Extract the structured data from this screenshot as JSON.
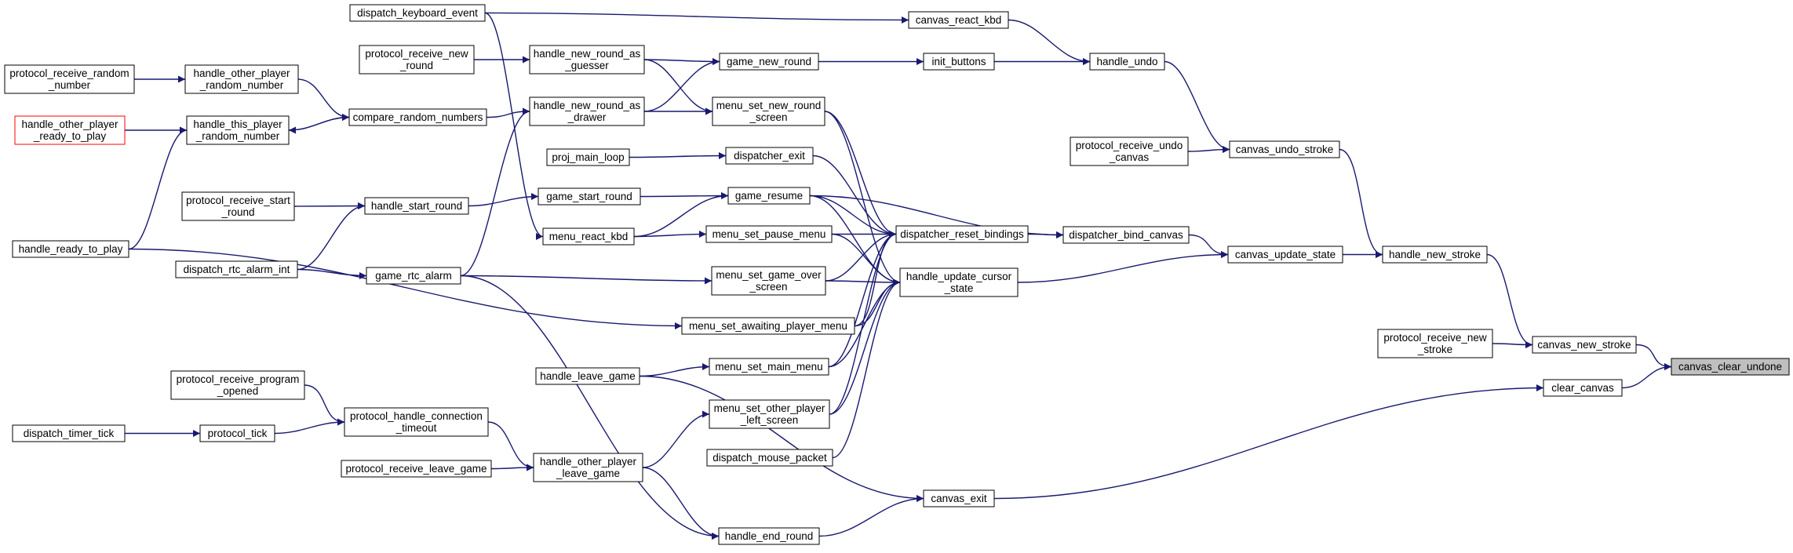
{
  "diagram": {
    "type": "call-graph",
    "colors": {
      "edge": "#191970",
      "node_border": "#000000",
      "highlight_border": "#ff0000",
      "root_fill": "#bfbfbf"
    },
    "nodes": [
      {
        "id": "dispatch_keyboard_event",
        "lines": [
          "dispatch_keyboard_event"
        ]
      },
      {
        "id": "canvas_react_kbd",
        "lines": [
          "canvas_react_kbd"
        ]
      },
      {
        "id": "protocol_receive_new_round",
        "lines": [
          "protocol_receive_new",
          "_round"
        ]
      },
      {
        "id": "handle_new_round_as_guesser",
        "lines": [
          "handle_new_round_as",
          "_guesser"
        ]
      },
      {
        "id": "game_new_round",
        "lines": [
          "game_new_round"
        ]
      },
      {
        "id": "init_buttons",
        "lines": [
          "init_buttons"
        ]
      },
      {
        "id": "handle_undo",
        "lines": [
          "handle_undo"
        ]
      },
      {
        "id": "protocol_receive_random_number",
        "lines": [
          "protocol_receive_random",
          "_number"
        ]
      },
      {
        "id": "handle_other_player_random_number",
        "lines": [
          "handle_other_player",
          "_random_number"
        ]
      },
      {
        "id": "compare_random_numbers",
        "lines": [
          "compare_random_numbers"
        ]
      },
      {
        "id": "handle_new_round_as_drawer",
        "lines": [
          "handle_new_round_as",
          "_drawer"
        ]
      },
      {
        "id": "menu_set_new_round_screen",
        "lines": [
          "menu_set_new_round",
          "_screen"
        ]
      },
      {
        "id": "handle_other_player_ready_to_play",
        "lines": [
          "handle_other_player",
          "_ready_to_play"
        ],
        "highlight": true
      },
      {
        "id": "handle_this_player_random_number",
        "lines": [
          "handle_this_player",
          "_random_number"
        ]
      },
      {
        "id": "proj_main_loop",
        "lines": [
          "proj_main_loop"
        ]
      },
      {
        "id": "dispatcher_exit",
        "lines": [
          "dispatcher_exit"
        ]
      },
      {
        "id": "protocol_receive_undo_canvas",
        "lines": [
          "protocol_receive_undo",
          "_canvas"
        ]
      },
      {
        "id": "canvas_undo_stroke",
        "lines": [
          "canvas_undo_stroke"
        ]
      },
      {
        "id": "protocol_receive_start_round",
        "lines": [
          "protocol_receive_start",
          "_round"
        ]
      },
      {
        "id": "handle_start_round",
        "lines": [
          "handle_start_round"
        ]
      },
      {
        "id": "game_start_round",
        "lines": [
          "game_start_round"
        ]
      },
      {
        "id": "game_resume",
        "lines": [
          "game_resume"
        ]
      },
      {
        "id": "handle_ready_to_play",
        "lines": [
          "handle_ready_to_play"
        ]
      },
      {
        "id": "menu_react_kbd",
        "lines": [
          "menu_react_kbd"
        ]
      },
      {
        "id": "menu_set_pause_menu",
        "lines": [
          "menu_set_pause_menu"
        ]
      },
      {
        "id": "dispatcher_reset_bindings",
        "lines": [
          "dispatcher_reset_bindings"
        ]
      },
      {
        "id": "dispatcher_bind_canvas",
        "lines": [
          "dispatcher_bind_canvas"
        ]
      },
      {
        "id": "canvas_update_state",
        "lines": [
          "canvas_update_state"
        ]
      },
      {
        "id": "handle_new_stroke",
        "lines": [
          "handle_new_stroke"
        ]
      },
      {
        "id": "dispatch_rtc_alarm_int",
        "lines": [
          "dispatch_rtc_alarm_int"
        ]
      },
      {
        "id": "game_rtc_alarm",
        "lines": [
          "game_rtc_alarm"
        ]
      },
      {
        "id": "menu_set_game_over_screen",
        "lines": [
          "menu_set_game_over",
          "_screen"
        ]
      },
      {
        "id": "handle_update_cursor_state",
        "lines": [
          "handle_update_cursor",
          "_state"
        ]
      },
      {
        "id": "menu_set_awaiting_player_menu",
        "lines": [
          "menu_set_awaiting_player_menu"
        ]
      },
      {
        "id": "protocol_receive_new_stroke",
        "lines": [
          "protocol_receive_new",
          "_stroke"
        ]
      },
      {
        "id": "canvas_new_stroke",
        "lines": [
          "canvas_new_stroke"
        ]
      },
      {
        "id": "canvas_clear_undone",
        "lines": [
          "canvas_clear_undone"
        ],
        "root": true
      },
      {
        "id": "handle_leave_game",
        "lines": [
          "handle_leave_game"
        ]
      },
      {
        "id": "menu_set_main_menu",
        "lines": [
          "menu_set_main_menu"
        ]
      },
      {
        "id": "clear_canvas",
        "lines": [
          "clear_canvas"
        ]
      },
      {
        "id": "protocol_receive_program_opened",
        "lines": [
          "protocol_receive_program",
          "_opened"
        ]
      },
      {
        "id": "protocol_handle_connection_timeout",
        "lines": [
          "protocol_handle_connection",
          "_timeout"
        ]
      },
      {
        "id": "menu_set_other_player_left_screen",
        "lines": [
          "menu_set_other_player",
          "_left_screen"
        ]
      },
      {
        "id": "dispatch_timer_tick",
        "lines": [
          "dispatch_timer_tick"
        ]
      },
      {
        "id": "protocol_tick",
        "lines": [
          "protocol_tick"
        ]
      },
      {
        "id": "dispatch_mouse_packet",
        "lines": [
          "dispatch_mouse_packet"
        ]
      },
      {
        "id": "protocol_receive_leave_game",
        "lines": [
          "protocol_receive_leave_game"
        ]
      },
      {
        "id": "handle_other_player_leave_game",
        "lines": [
          "handle_other_player",
          "_leave_game"
        ]
      },
      {
        "id": "canvas_exit",
        "lines": [
          "canvas_exit"
        ]
      },
      {
        "id": "handle_end_round",
        "lines": [
          "handle_end_round"
        ]
      }
    ],
    "edges": [
      [
        "dispatch_keyboard_event",
        "canvas_react_kbd"
      ],
      [
        "dispatch_keyboard_event",
        "menu_react_kbd"
      ],
      [
        "canvas_react_kbd",
        "handle_undo"
      ],
      [
        "protocol_receive_new_round",
        "handle_new_round_as_guesser"
      ],
      [
        "handle_new_round_as_guesser",
        "game_new_round"
      ],
      [
        "handle_new_round_as_guesser",
        "menu_set_new_round_screen"
      ],
      [
        "handle_new_round_as_drawer",
        "game_new_round"
      ],
      [
        "handle_new_round_as_drawer",
        "menu_set_new_round_screen"
      ],
      [
        "game_new_round",
        "init_buttons"
      ],
      [
        "init_buttons",
        "handle_undo"
      ],
      [
        "handle_undo",
        "canvas_undo_stroke"
      ],
      [
        "protocol_receive_random_number",
        "handle_other_player_random_number"
      ],
      [
        "handle_other_player_random_number",
        "compare_random_numbers"
      ],
      [
        "handle_this_player_random_number",
        "compare_random_numbers"
      ],
      [
        "compare_random_numbers",
        "handle_this_player_random_number"
      ],
      [
        "compare_random_numbers",
        "handle_new_round_as_drawer"
      ],
      [
        "handle_other_player_ready_to_play",
        "handle_this_player_random_number"
      ],
      [
        "handle_ready_to_play",
        "handle_this_player_random_number"
      ],
      [
        "handle_ready_to_play",
        "menu_set_awaiting_player_menu"
      ],
      [
        "game_rtc_alarm",
        "handle_new_round_as_drawer"
      ],
      [
        "game_rtc_alarm",
        "menu_set_game_over_screen"
      ],
      [
        "game_rtc_alarm",
        "handle_end_round"
      ],
      [
        "proj_main_loop",
        "dispatcher_exit"
      ],
      [
        "dispatcher_exit",
        "dispatcher_reset_bindings"
      ],
      [
        "protocol_receive_undo_canvas",
        "canvas_undo_stroke"
      ],
      [
        "canvas_undo_stroke",
        "handle_new_stroke"
      ],
      [
        "protocol_receive_start_round",
        "handle_start_round"
      ],
      [
        "handle_start_round",
        "game_start_round"
      ],
      [
        "dispatch_rtc_alarm_int",
        "handle_start_round"
      ],
      [
        "dispatch_rtc_alarm_int",
        "game_rtc_alarm"
      ],
      [
        "game_start_round",
        "game_resume"
      ],
      [
        "menu_react_kbd",
        "game_resume"
      ],
      [
        "menu_react_kbd",
        "menu_set_pause_menu"
      ],
      [
        "game_resume",
        "dispatcher_bind_canvas"
      ],
      [
        "game_resume",
        "dispatcher_reset_bindings"
      ],
      [
        "game_resume",
        "handle_update_cursor_state"
      ],
      [
        "menu_set_pause_menu",
        "dispatcher_reset_bindings"
      ],
      [
        "menu_set_pause_menu",
        "handle_update_cursor_state"
      ],
      [
        "menu_set_new_round_screen",
        "dispatcher_reset_bindings"
      ],
      [
        "menu_set_new_round_screen",
        "handle_update_cursor_state"
      ],
      [
        "menu_set_game_over_screen",
        "dispatcher_reset_bindings"
      ],
      [
        "menu_set_game_over_screen",
        "handle_update_cursor_state"
      ],
      [
        "menu_set_awaiting_player_menu",
        "dispatcher_reset_bindings"
      ],
      [
        "menu_set_awaiting_player_menu",
        "handle_update_cursor_state"
      ],
      [
        "menu_set_main_menu",
        "dispatcher_reset_bindings"
      ],
      [
        "menu_set_main_menu",
        "handle_update_cursor_state"
      ],
      [
        "menu_set_other_player_left_screen",
        "dispatcher_reset_bindings"
      ],
      [
        "menu_set_other_player_left_screen",
        "handle_update_cursor_state"
      ],
      [
        "dispatch_mouse_packet",
        "handle_update_cursor_state"
      ],
      [
        "dispatcher_reset_bindings",
        "dispatcher_bind_canvas"
      ],
      [
        "dispatcher_bind_canvas",
        "canvas_update_state"
      ],
      [
        "handle_update_cursor_state",
        "canvas_update_state"
      ],
      [
        "canvas_update_state",
        "handle_new_stroke"
      ],
      [
        "handle_new_stroke",
        "canvas_new_stroke"
      ],
      [
        "protocol_receive_new_stroke",
        "canvas_new_stroke"
      ],
      [
        "canvas_new_stroke",
        "canvas_clear_undone"
      ],
      [
        "clear_canvas",
        "canvas_clear_undone"
      ],
      [
        "canvas_exit",
        "clear_canvas"
      ],
      [
        "handle_leave_game",
        "menu_set_main_menu"
      ],
      [
        "handle_leave_game",
        "canvas_exit"
      ],
      [
        "protocol_receive_program_opened",
        "protocol_handle_connection_timeout"
      ],
      [
        "dispatch_timer_tick",
        "protocol_tick"
      ],
      [
        "protocol_tick",
        "protocol_handle_connection_timeout"
      ],
      [
        "protocol_handle_connection_timeout",
        "handle_other_player_leave_game"
      ],
      [
        "protocol_receive_leave_game",
        "handle_other_player_leave_game"
      ],
      [
        "handle_other_player_leave_game",
        "menu_set_other_player_left_screen"
      ],
      [
        "handle_other_player_leave_game",
        "handle_end_round"
      ],
      [
        "handle_end_round",
        "canvas_exit"
      ]
    ]
  }
}
